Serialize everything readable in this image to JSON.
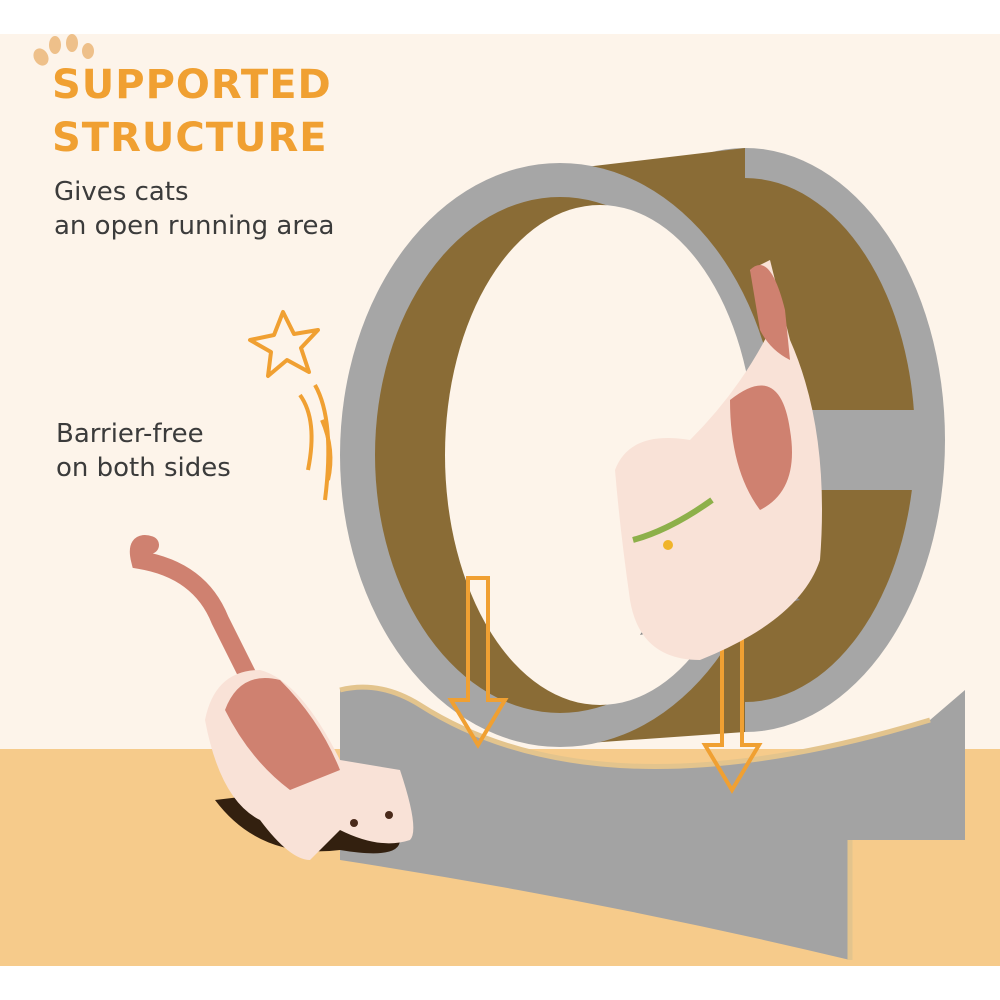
{
  "headline": {
    "line1": "SUPPORTED",
    "line2": "STRUCTURE"
  },
  "subtitle": {
    "line1": "Gives cats",
    "line2": "an open running area"
  },
  "side_note": {
    "line1": "Barrier-free",
    "line2": "on both sides"
  },
  "colors": {
    "accent": "#f0a032",
    "wall": "#fdf4ea",
    "floor": "#f6cb8b",
    "wood": "#a9a9a9",
    "cardboard": "#8a6c36",
    "cat": "#cf8170"
  }
}
